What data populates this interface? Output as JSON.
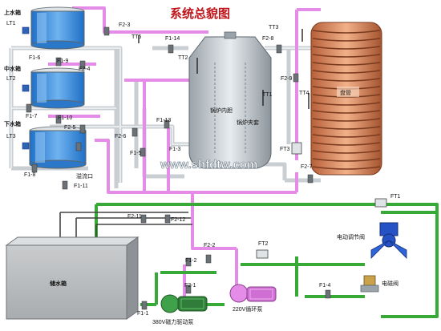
{
  "title": "系统总貌图",
  "watermark": "www.shfdtw.com",
  "tanks": {
    "upper": {
      "name": "上水箱",
      "sensor": "LT1"
    },
    "middle": {
      "name": "中水箱",
      "sensor": "LT2"
    },
    "lower": {
      "name": "下水箱",
      "sensor": "LT3"
    },
    "storage": {
      "name": "储水箱"
    },
    "overflow_label": "溢流口"
  },
  "boiler": {
    "inner": "锅炉内胆",
    "jacket": "锅炉夹套",
    "coil": "盘管",
    "sensors": {
      "tt1": "TT1",
      "tt2": "TT2",
      "tt3": "TT3",
      "tt4": "TT4",
      "tt5": "TT5",
      "ft3": "FT3"
    }
  },
  "valves": {
    "f1_1": "F1-1",
    "f1_2": "F1-2",
    "f1_3": "F1-3",
    "f1_4": "F1-4",
    "f1_5": "F1-5",
    "f1_6": "F1-6",
    "f1_7": "F1-7",
    "f1_8": "F1-8",
    "f1_9": "F1-9",
    "f1_10": "F1-10",
    "f1_11": "F1-11",
    "f1_13": "F1-13",
    "f1_14": "F1-14",
    "f2_1": "F2-1",
    "f2_2": "F2-2",
    "f2_3": "F2-3",
    "f2_4": "F2-4",
    "f2_5": "F2-5",
    "f2_6": "F2-6",
    "f2_7": "F2-7",
    "f2_8": "F2-8",
    "f2_9": "F2-9",
    "f2_11": "F2-11",
    "f2_12": "F2-12"
  },
  "instruments": {
    "ft1": "FT1",
    "ft2": "FT2",
    "control_valve": "电动调节阀",
    "solenoid_valve": "电磁阀",
    "pump_380": "380V磁力驱动泵",
    "pump_220": "220V循环泵"
  },
  "colors": {
    "hot_pipe": "#e58be8",
    "cold_pipe": "#36a936",
    "gray_pipe": "#c9ced3",
    "tank_water": "#3b86d6",
    "title": "#c0141a"
  }
}
